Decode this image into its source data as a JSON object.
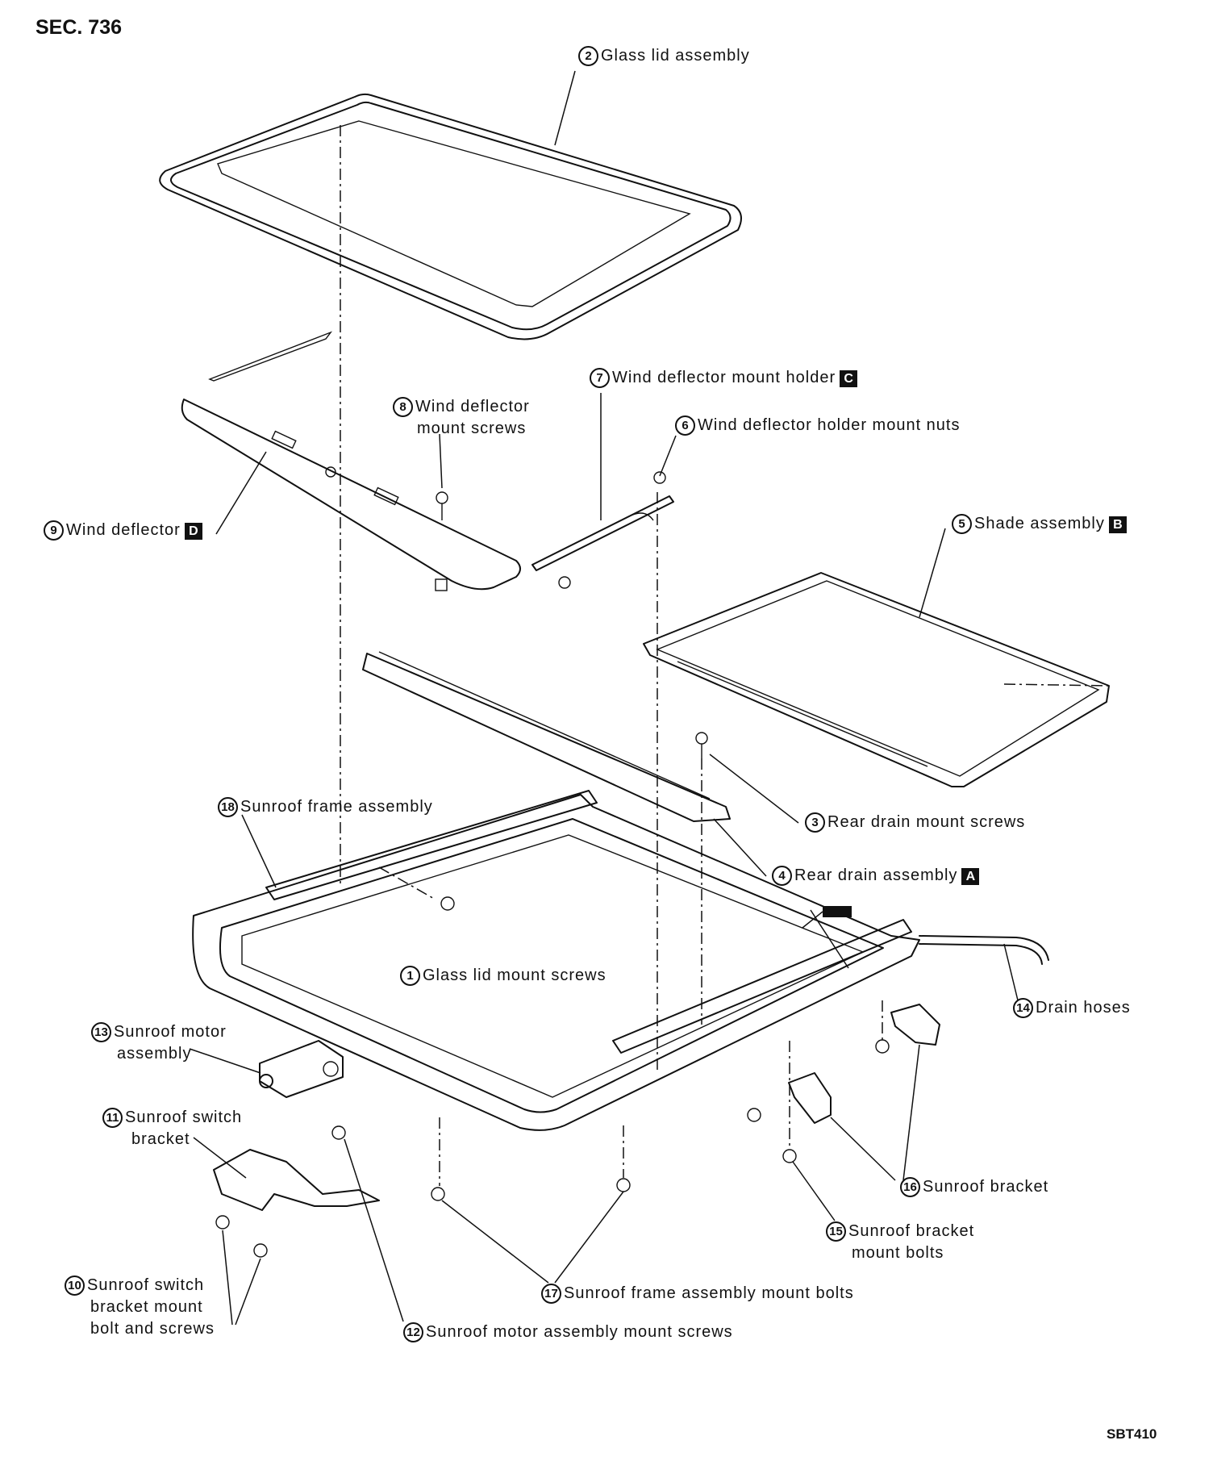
{
  "header": {
    "section": "SEC. 736",
    "figure_code": "SBT410"
  },
  "callouts": {
    "c1": {
      "num": "1",
      "lines": [
        "Glass lid mount screws"
      ]
    },
    "c2": {
      "num": "2",
      "lines": [
        "Glass lid assembly"
      ]
    },
    "c3": {
      "num": "3",
      "lines": [
        "Rear drain mount screws"
      ]
    },
    "c4": {
      "num": "4",
      "lines": [
        "Rear drain assembly"
      ],
      "tag": "A"
    },
    "c5": {
      "num": "5",
      "lines": [
        "Shade assembly"
      ],
      "tag": "B"
    },
    "c6": {
      "num": "6",
      "lines": [
        "Wind deflector holder mount nuts"
      ]
    },
    "c7": {
      "num": "7",
      "lines": [
        "Wind deflector mount holder"
      ],
      "tag": "C"
    },
    "c8": {
      "num": "8",
      "lines": [
        "Wind deflector",
        "mount screws"
      ]
    },
    "c9": {
      "num": "9",
      "lines": [
        "Wind deflector"
      ],
      "tag": "D"
    },
    "c10": {
      "num": "10",
      "lines": [
        "Sunroof switch",
        "bracket mount",
        "bolt and screws"
      ]
    },
    "c11": {
      "num": "11",
      "lines": [
        "Sunroof switch",
        "bracket"
      ]
    },
    "c12": {
      "num": "12",
      "lines": [
        "Sunroof motor assembly mount screws"
      ]
    },
    "c13": {
      "num": "13",
      "lines": [
        "Sunroof motor",
        "assembly"
      ]
    },
    "c14": {
      "num": "14",
      "lines": [
        "Drain hoses"
      ]
    },
    "c15": {
      "num": "15",
      "lines": [
        "Sunroof bracket",
        "mount bolts"
      ]
    },
    "c16": {
      "num": "16",
      "lines": [
        "Sunroof bracket"
      ]
    },
    "c17": {
      "num": "17",
      "lines": [
        "Sunroof frame assembly mount bolts"
      ]
    },
    "c18": {
      "num": "18",
      "lines": [
        "Sunroof frame assembly"
      ]
    }
  }
}
